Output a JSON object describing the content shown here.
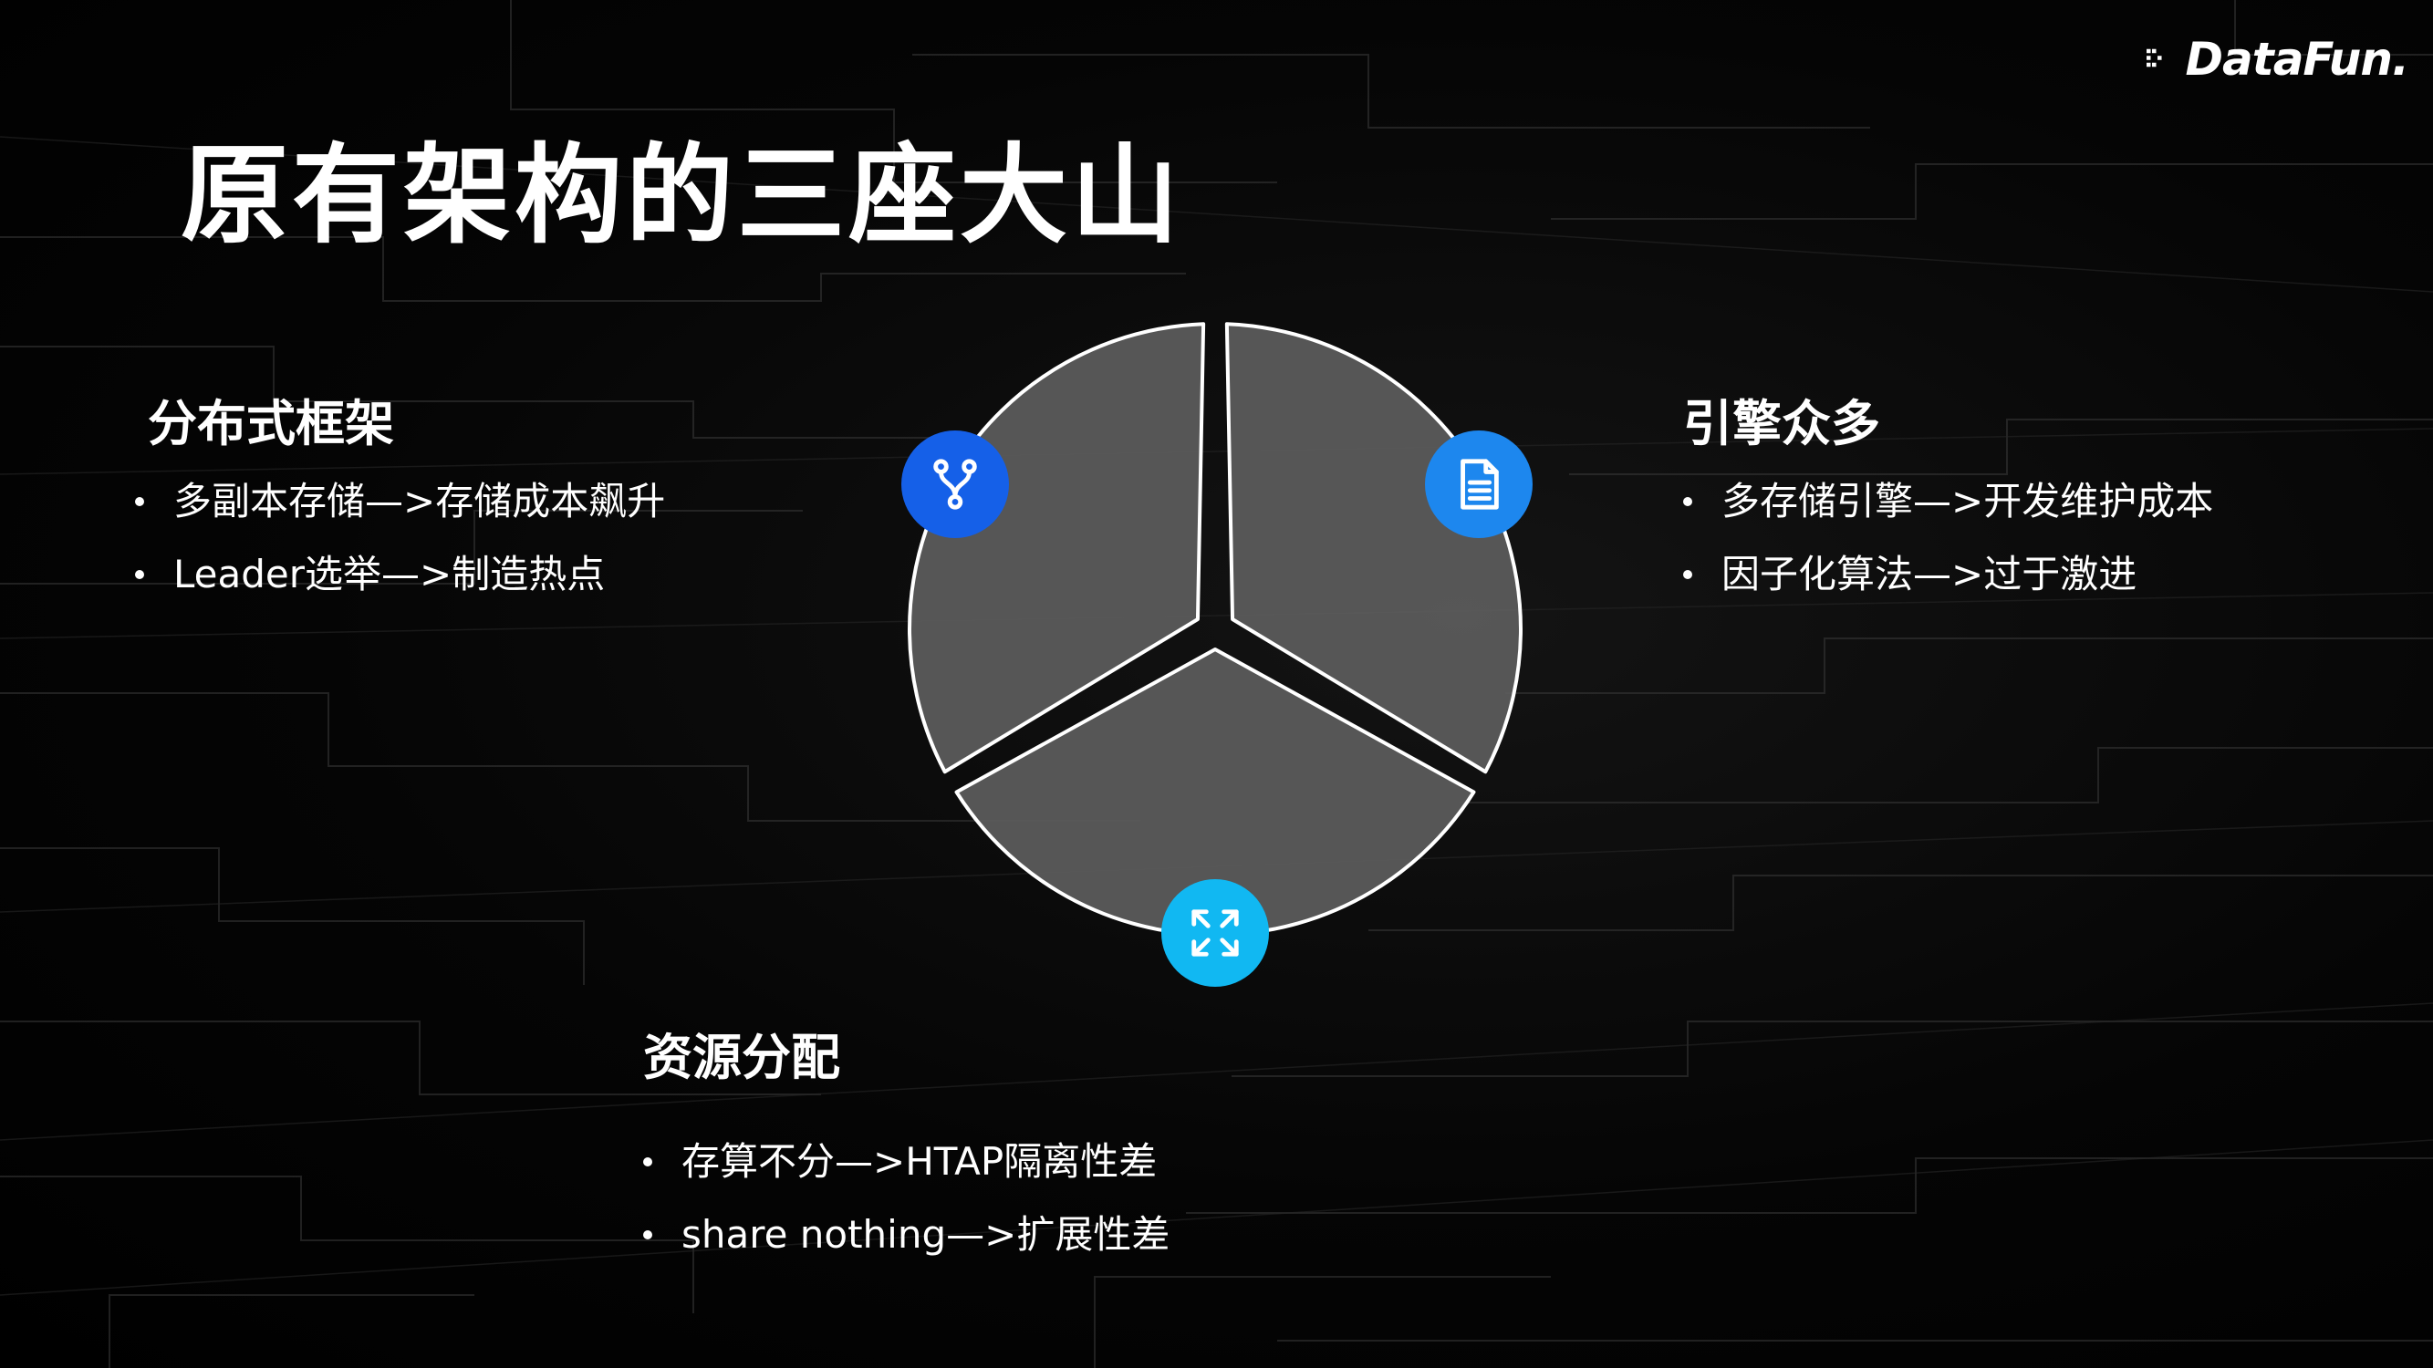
{
  "title": "原有架构的三座大山",
  "logo": {
    "text": "DataFun."
  },
  "sections": {
    "distributed": {
      "heading": "分布式框架",
      "bullets": [
        "多副本存储—>存储成本飙升",
        "Leader选举—>制造热点"
      ]
    },
    "engines": {
      "heading": "引擎众多",
      "bullets": [
        "多存储引擎—>开发维护成本",
        "因子化算法—>过于激进"
      ]
    },
    "resources": {
      "heading": "资源分配",
      "bullets": [
        "存算不分—>HTAP隔离性差",
        "share nothing—>扩展性差"
      ]
    }
  },
  "diagram": {
    "segment_fill": "#5e5e5e",
    "segment_stroke": "#ffffff",
    "icons": [
      {
        "name": "branch-icon",
        "color": "#1560e8"
      },
      {
        "name": "document-icon",
        "color": "#1d87ee"
      },
      {
        "name": "expand-icon",
        "color": "#11b8f2"
      }
    ]
  },
  "colors": {
    "background": "#000000",
    "text": "#ffffff"
  }
}
